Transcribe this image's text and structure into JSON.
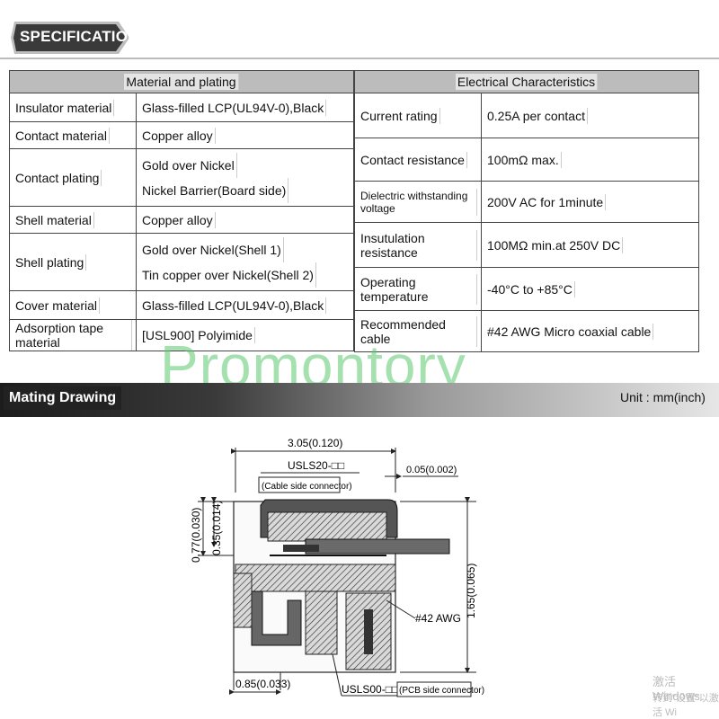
{
  "specifications_label": "SPECIFICATIONS",
  "material": {
    "header": "Material and plating",
    "rows": [
      {
        "label": "Insulator material",
        "values": [
          "Glass-filled LCP(UL94V-0),Black"
        ]
      },
      {
        "label": "Contact material",
        "values": [
          "Copper alloy"
        ]
      },
      {
        "label": "Contact plating",
        "values": [
          "Gold over Nickel",
          "Nickel Barrier(Board side)"
        ]
      },
      {
        "label": "Shell material",
        "values": [
          "Copper alloy"
        ]
      },
      {
        "label": "Shell plating",
        "values": [
          "Gold over Nickel(Shell 1)",
          "Tin copper over Nickel(Shell 2)"
        ]
      },
      {
        "label": "Cover material",
        "values": [
          "Glass-filled LCP(UL94V-0),Black"
        ]
      },
      {
        "label": "Adsorption tape material",
        "values": [
          "[USL900] Polyimide"
        ]
      }
    ]
  },
  "electrical": {
    "header": "Electrical Characteristics",
    "rows": [
      {
        "label": "Current rating",
        "value": "0.25A per contact"
      },
      {
        "label": "Contact resistance",
        "value": "100mΩ max."
      },
      {
        "label": "Dielectric withstanding voltage",
        "value": "200V AC for 1minute"
      },
      {
        "label": "Insutulation resistance",
        "value": "100MΩ min.at 250V DC"
      },
      {
        "label": "Operating temperature",
        "value": "-40°C to +85°C"
      },
      {
        "label": "Recommended cable",
        "value": "#42 AWG  Micro coaxial cable"
      }
    ]
  },
  "watermark": "Promontory",
  "mating": {
    "title": "Mating Drawing",
    "unit": "Unit : mm(inch)"
  },
  "drawing": {
    "dim_width": "3.05(0.120)",
    "cable_part": "USLS20-□□",
    "cable_side": "(Cable side connector)",
    "dim_gap": "0.05(0.002)",
    "dim_077": "0.77(0.030)",
    "dim_035": "0.35(0.014)",
    "dim_height": "1.65(0.065)",
    "awg": "#42 AWG",
    "dim_085": "0.85(0.033)",
    "pcb_part": "USLS00-□□-□",
    "pcb_side": "(PCB side connector)"
  },
  "os_watermark": {
    "line1": "激活 Windows",
    "line2": "转到\"设置\"以激活 Wi"
  }
}
